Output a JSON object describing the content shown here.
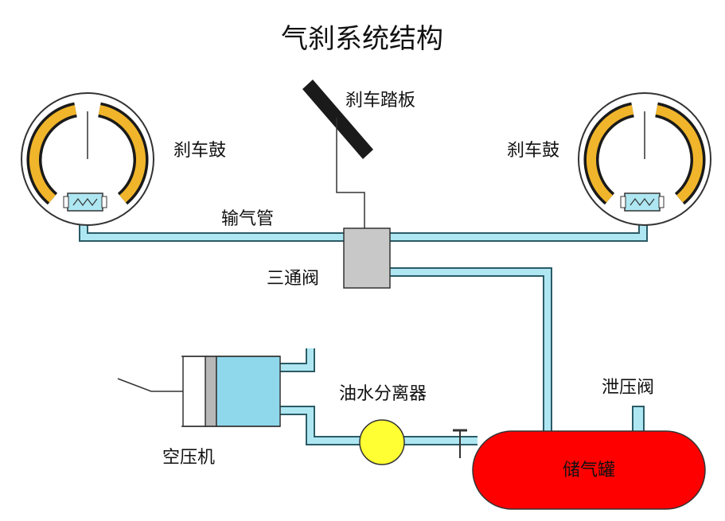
{
  "title": "气刹系统结构",
  "labels": {
    "brake_drum_left": "刹车鼓",
    "brake_drum_right": "刹车鼓",
    "brake_pedal": "刹车踏板",
    "air_pipe": "输气管",
    "three_way_valve": "三通阀",
    "oil_water_separator": "油水分离器",
    "pressure_relief_valve": "泄压阀",
    "air_compressor": "空压机",
    "air_tank": "储气罐"
  },
  "colors": {
    "pipe": "#aee7f2",
    "pipe_outline": "#2b5b66",
    "brake_shoe": "#f0b52a",
    "brake_lining": "#1a1a1a",
    "valve_box": "#c8c8c8",
    "separator": "#ffff33",
    "tank": "#ff0000",
    "compressor_body": "#8fd8ec",
    "compressor_piston": "#b8b8b8"
  },
  "icons": {
    "brake_drum": "brake-drum-icon",
    "pedal": "brake-pedal-icon",
    "valve": "three-way-valve-icon",
    "separator": "oil-water-separator-icon",
    "tank": "air-tank-icon",
    "compressor": "air-compressor-icon"
  }
}
